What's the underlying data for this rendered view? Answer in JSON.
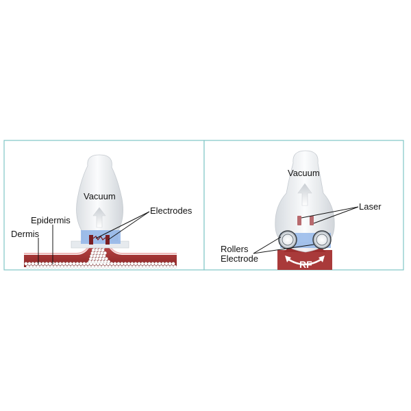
{
  "left_panel": {
    "labels": {
      "vacuum": "Vacuum",
      "electrodes": "Electrodes",
      "epidermis": "Epidermis",
      "dermis": "Dermis"
    }
  },
  "right_panel": {
    "labels": {
      "vacuum": "Vacuum",
      "laser": "Laser",
      "rollers": "Rollers",
      "electrode": "Electrode",
      "rf": "RF"
    }
  },
  "colors": {
    "panel_border": "#7fc6c6",
    "skin_red": "#a93a3a",
    "skin_dark": "#8e2626",
    "skin_pink": "#e39a9a",
    "gel_blue": "#8fb4e8",
    "electrode_dark": "#7a1f22",
    "laser": "#b86a6e",
    "applicator_glass": "#e9ecef"
  }
}
